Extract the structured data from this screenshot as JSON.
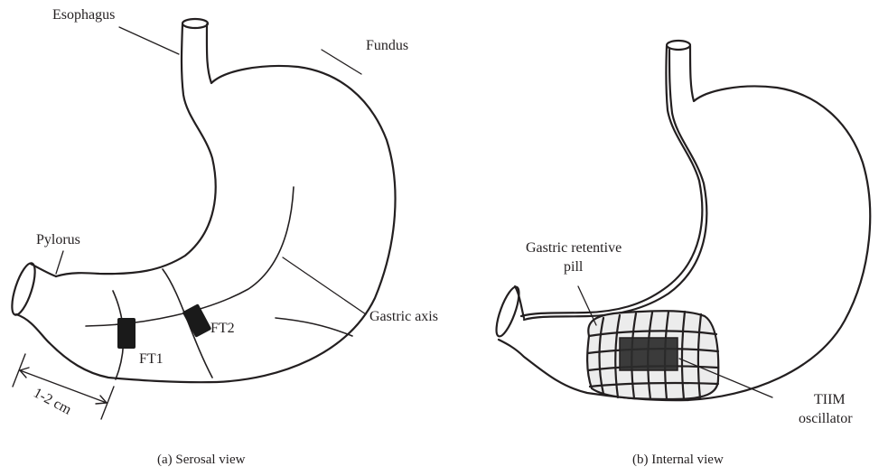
{
  "panel_a": {
    "labels": {
      "esophagus": "Esophagus",
      "fundus": "Fundus",
      "pylorus": "Pylorus",
      "gastric_axis": "Gastric axis",
      "ft1": "FT1",
      "ft2": "FT2",
      "distance": "1-2 cm"
    },
    "caption": "(a)  Serosal view"
  },
  "panel_b": {
    "labels": {
      "pill_line1": "Gastric retentive",
      "pill_line2": "pill",
      "tiim_line1": "TIIM",
      "tiim_line2": "oscillator"
    },
    "caption": "(b)  Internal view"
  },
  "colors": {
    "outline": "#231f20",
    "device": "#1a1a1a",
    "pill_fill": "#ececec",
    "oscillator": "#2b2b2b"
  }
}
